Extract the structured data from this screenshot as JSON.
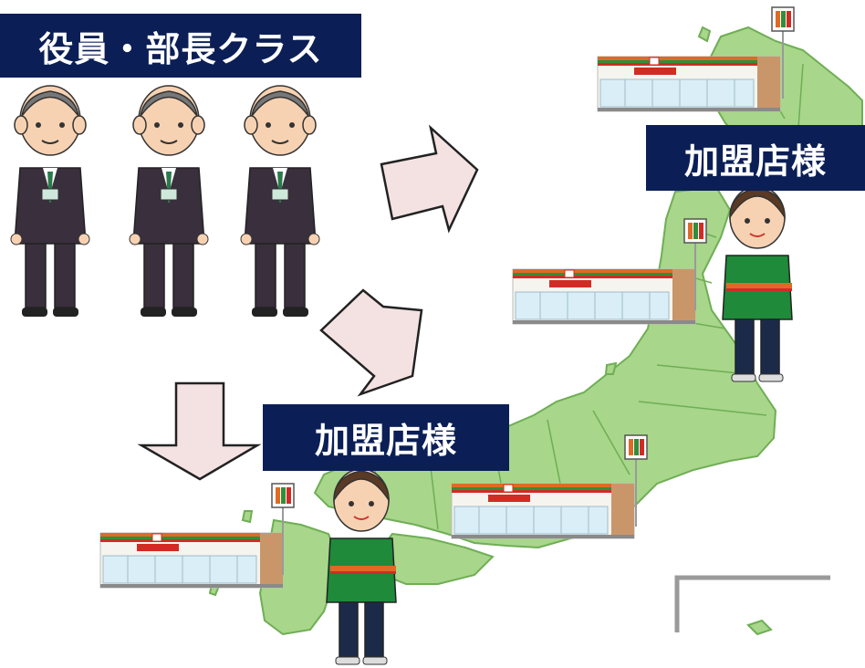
{
  "labels": {
    "executives": "役員・部長クラス",
    "franchisee_top": "加盟店様",
    "franchisee_bottom": "加盟店様"
  },
  "colors": {
    "label_bg": "#0b1f56",
    "label_text": "#ffffff",
    "map_fill": "#a8d68a",
    "map_stroke": "#6fae55",
    "arrow_fill": "#f4e2e2",
    "arrow_stroke": "#222222",
    "suit": "#3a2f3c",
    "uniform_green": "#1e8a3a",
    "store_roof_red": "#d22b25",
    "store_roof_green": "#2f8f3a",
    "store_brick": "#c9966a",
    "store_glass": "#d9eef6"
  },
  "icons": [
    "executive-person-icon",
    "store-icon",
    "seven-eleven-sign-icon",
    "staff-person-icon",
    "arrow-icon"
  ]
}
